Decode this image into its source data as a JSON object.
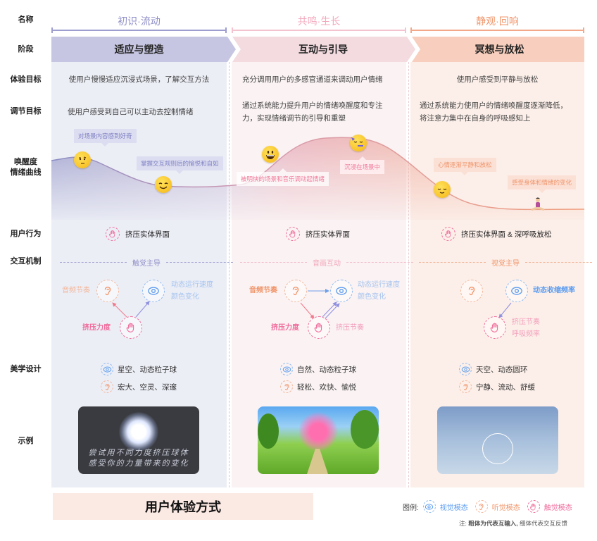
{
  "row_labels": {
    "name": "名称",
    "stage": "阶段",
    "experience_goal": "体验目标",
    "regulation_goal": "调节目标",
    "curve": "唤醒度\n情绪曲线",
    "curve_l1": "唤醒度",
    "curve_l2": "情绪曲线",
    "behavior": "用户行为",
    "mechanism": "交互机制",
    "aesthetics": "美学设计",
    "example": "示例"
  },
  "columns": [
    {
      "name": "初识·流动",
      "stage": "适应与塑造",
      "experience_goal": "使用户慢慢适应沉浸式场景，了解交互方法",
      "regulation_goal": [
        "使用户感受到自己可以主动去控制情绪"
      ],
      "curve_tips": [
        "对场景内容感到好奇",
        "掌握交互规则后的愉悦和自如"
      ],
      "behavior": "挤压实体界面",
      "mode": "触觉主导",
      "nodes": {
        "ear": "音频节奏",
        "eye": [
          "动态运行速度",
          "颜色变化"
        ],
        "hand": "挤压力度"
      },
      "aesthetics": [
        "星空、动态粒子球",
        "宏大、空灵、深邃"
      ],
      "example_caption": [
        "尝试用不同力度挤压球体",
        "感受你的力量带来的变化"
      ]
    },
    {
      "name": "共鸣·生长",
      "stage": "互动与引导",
      "experience_goal": "充分调用用户的多感官通道来调动用户情绪",
      "regulation_goal": [
        "通过系统能力提升用户的情绪唤醒度和专注",
        "力，实现情绪调节的引导和重塑"
      ],
      "curve_tips": [
        "被明快的场景和音乐调动起情绪",
        "沉浸在场景中"
      ],
      "behavior": "挤压实体界面",
      "mode": "音画互动",
      "nodes": {
        "ear": "音频节奏",
        "eye": [
          "动态运行速度",
          "颜色变化"
        ],
        "hand": "挤压力度",
        "hand_out": "挤压节奏"
      },
      "aesthetics": [
        "自然、动态粒子球",
        "轻松、欢快、愉悦"
      ]
    },
    {
      "name": "静观·回响",
      "stage": "冥想与放松",
      "experience_goal": "使用户感受到平静与放松",
      "regulation_goal": [
        "通过系统能力使用户的情绪唤醒度逐渐降低，",
        "将注意力集中在自身的呼吸感知上"
      ],
      "curve_tips": [
        "心情逐渐平静和放松",
        "感受身体和情绪的变化"
      ],
      "behavior": "挤压实体界面 & 深呼吸放松",
      "mode": "视觉主导",
      "nodes": {
        "eye": "动态收缩频率",
        "hand": [
          "挤压节奏",
          "呼吸频率"
        ]
      },
      "aesthetics": [
        "天空、动态圆环",
        "宁静、流动、舒缓"
      ]
    }
  ],
  "footer": {
    "title": "用户体验方式",
    "legend_label": "图例:",
    "legend": [
      "视觉模态",
      "听觉模态",
      "触觉模态"
    ],
    "note_prefix": "注:",
    "note_bold": "粗体为代表互输入,",
    "note_rest": "细体代表交互反馈"
  },
  "colors": {
    "purple": "#8f8fc8",
    "pink": "#f08aa8",
    "orange": "#f0956a",
    "visual": "#5b9cf0",
    "audio": "#f0956a",
    "touch": "#f06c9b"
  }
}
